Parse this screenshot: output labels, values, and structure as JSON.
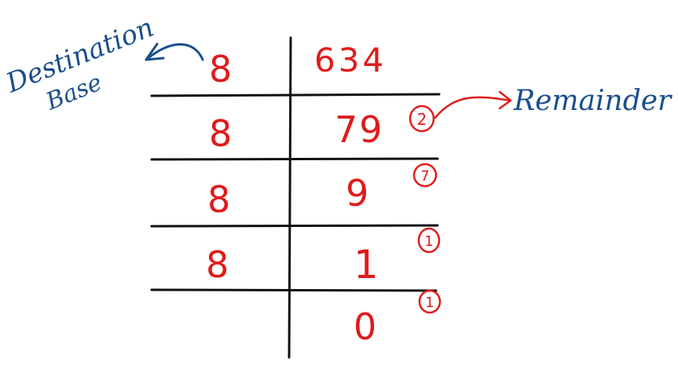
{
  "annotations": {
    "destination_line1": "Destination",
    "destination_line2": "Base",
    "remainder": "Remainder"
  },
  "rows": [
    {
      "divisor": "8",
      "quotient": "634",
      "remainder": ""
    },
    {
      "divisor": "8",
      "quotient": "79",
      "remainder": "2"
    },
    {
      "divisor": "8",
      "quotient": "9",
      "remainder": "7"
    },
    {
      "divisor": "8",
      "quotient": "1",
      "remainder": "1"
    },
    {
      "divisor": "",
      "quotient": "0",
      "remainder": "1"
    }
  ],
  "colors": {
    "red_ink": "#e01b1b",
    "blue_ink": "#1a4f8c",
    "black_ink": "#111111",
    "background": "#ffffff"
  }
}
